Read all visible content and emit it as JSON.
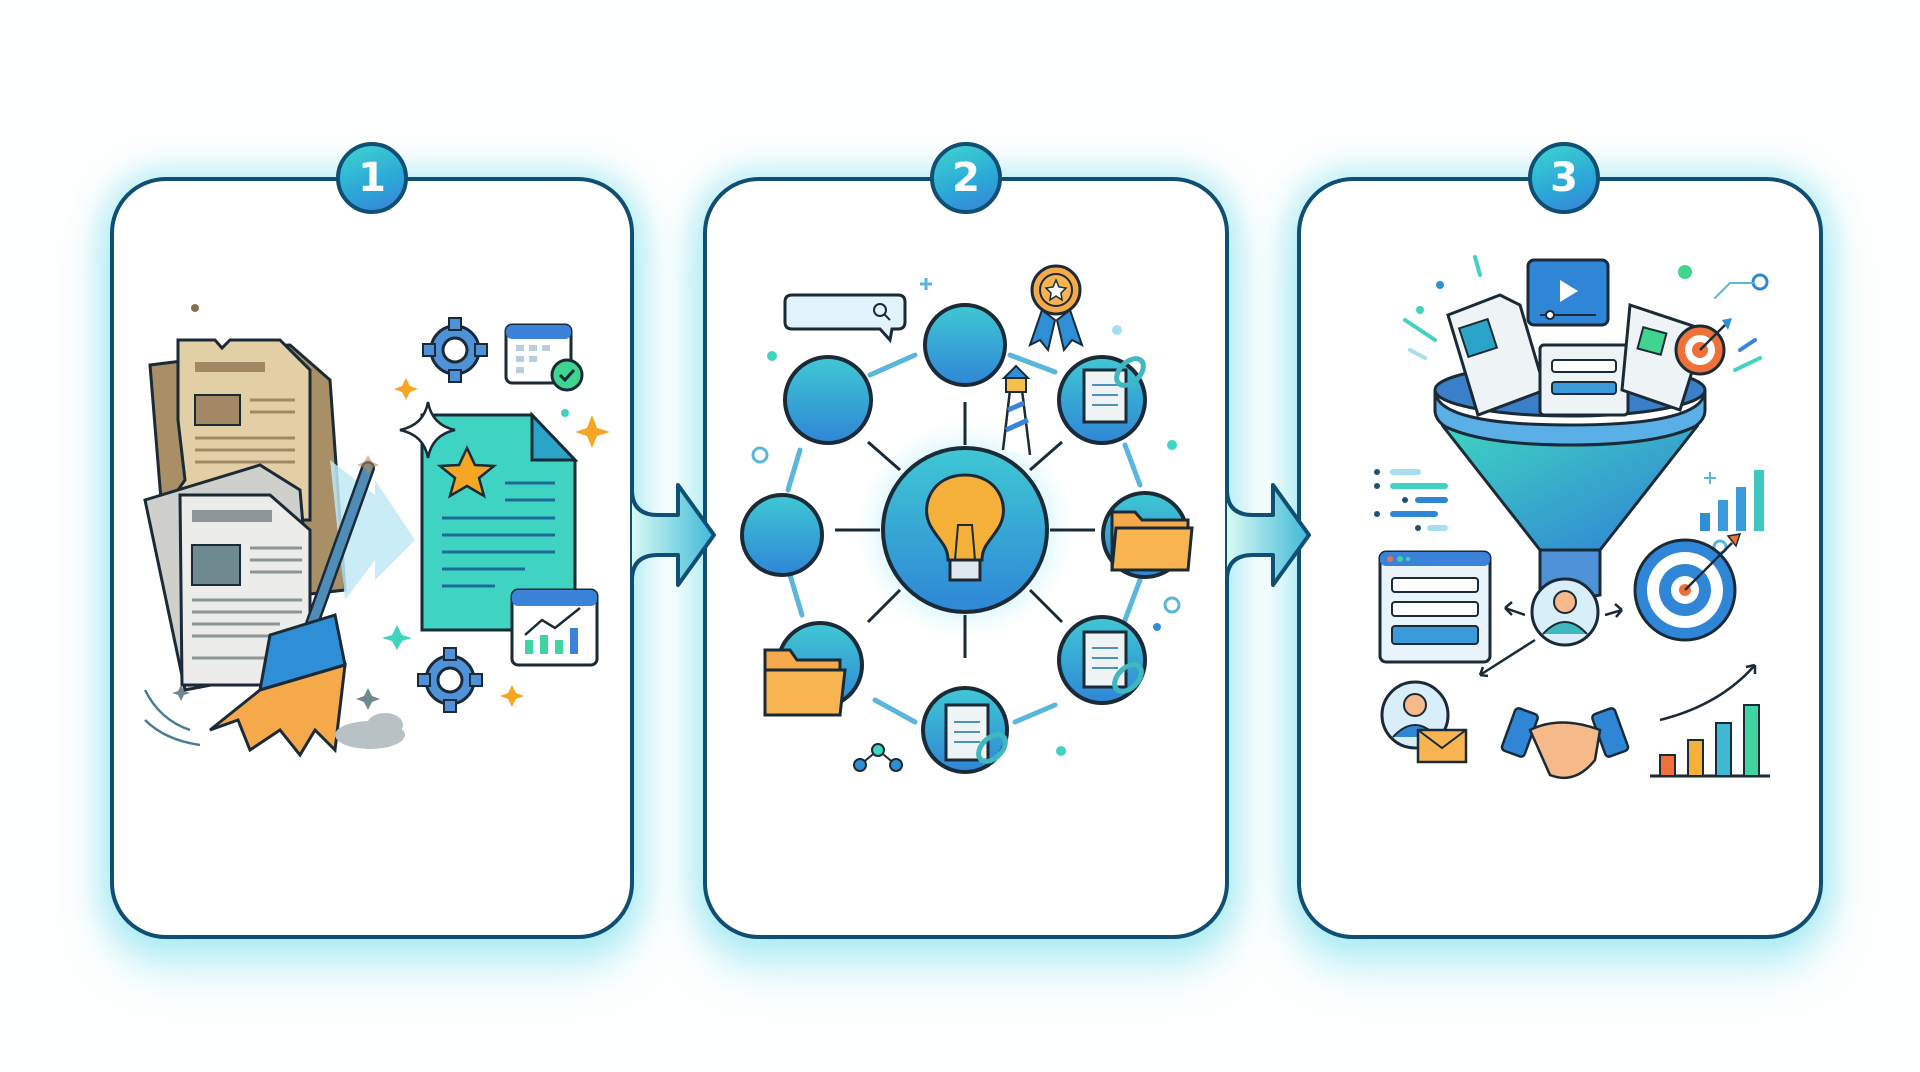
{
  "diagram": {
    "type": "three-step-process-infographic",
    "colors": {
      "panel_border": "#0f4f73",
      "glow": "#7fe3f0",
      "badge_gradient_start": "#3fd4cf",
      "badge_gradient_end": "#3b82d9",
      "accent_orange": "#f5a623",
      "accent_teal": "#3fd4b8",
      "accent_blue": "#2f8fd6"
    },
    "steps": [
      {
        "number": "1",
        "theme": "data-cleaning",
        "icons": [
          "old-newspaper-icon",
          "crumpled-document-icon",
          "broom-icon",
          "dust-cloud-icon",
          "transform-arrow-icon",
          "clean-document-star-icon",
          "gear-icon",
          "calendar-check-icon",
          "calendar-chart-icon",
          "sparkle-icon"
        ]
      },
      {
        "number": "2",
        "theme": "idea-network-organization",
        "icons": [
          "lightbulb-hub-icon",
          "search-bubble-icon",
          "award-ribbon-icon",
          "lighthouse-icon",
          "node-circle-icon",
          "linked-document-icon",
          "folder-icon",
          "network-nodes-icon"
        ]
      },
      {
        "number": "3",
        "theme": "funnel-conversion",
        "icons": [
          "funnel-icon",
          "document-icon",
          "video-player-icon",
          "form-card-icon",
          "target-icon",
          "browser-form-icon",
          "user-avatar-icon",
          "user-email-icon",
          "handshake-icon",
          "growth-bar-chart-icon",
          "list-lines-icon",
          "mini-bar-chart-icon"
        ]
      }
    ],
    "connectors": [
      {
        "from": "1",
        "to": "2",
        "shape": "arrow-right"
      },
      {
        "from": "2",
        "to": "3",
        "shape": "arrow-right"
      }
    ]
  }
}
